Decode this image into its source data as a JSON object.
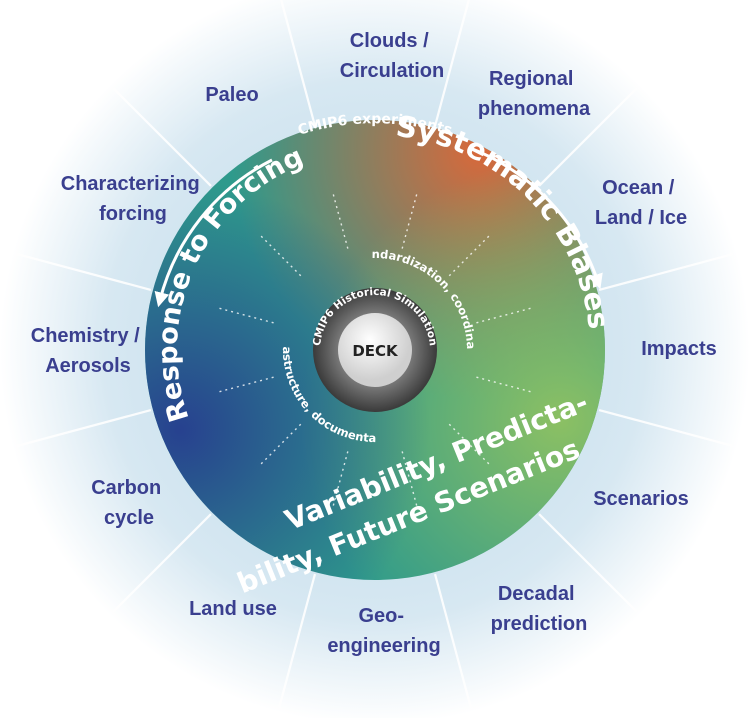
{
  "colors": {
    "outer_label": "#3a3f8f",
    "gradient_orange": "#d9683a",
    "gradient_green": "#8cc063",
    "gradient_teal": "#2e9a8c",
    "gradient_blue": "#27418f",
    "ring_dark": "#555555",
    "deck_fill": "#ececec"
  },
  "center": {
    "label": "DECK"
  },
  "inner_ring": {
    "top": "CMIP6 Historical Simulation"
  },
  "middle_ring": {
    "top_right": "Standardization, coordination",
    "bottom_left": "Infrastructure, documentation"
  },
  "outer_ring": {
    "top": "CMIP6 experiments"
  },
  "themes": {
    "systematic_biases": "Systematic Biases",
    "response_to_forcing": "Response to Forcing",
    "variability_line1": "Variability, Predicta-",
    "variability_line2": "bility, Future Scenarios"
  },
  "outer_labels": [
    {
      "id": "clouds",
      "lines": [
        "Clouds /",
        "Circulation"
      ]
    },
    {
      "id": "regional",
      "lines": [
        "Regional",
        "phenomena"
      ]
    },
    {
      "id": "ocean",
      "lines": [
        "Ocean /",
        "Land / Ice"
      ]
    },
    {
      "id": "impacts",
      "lines": [
        "Impacts"
      ]
    },
    {
      "id": "scenarios",
      "lines": [
        "Scenarios"
      ]
    },
    {
      "id": "decadal",
      "lines": [
        "Decadal",
        "prediction"
      ]
    },
    {
      "id": "geo",
      "lines": [
        "Geo-",
        "engineering"
      ]
    },
    {
      "id": "landuse",
      "lines": [
        "Land use"
      ]
    },
    {
      "id": "carbon",
      "lines": [
        "Carbon",
        "cycle"
      ]
    },
    {
      "id": "chemistry",
      "lines": [
        "Chemistry /",
        "Aerosols"
      ]
    },
    {
      "id": "forcing",
      "lines": [
        "Characterizing",
        "forcing"
      ]
    },
    {
      "id": "paleo",
      "lines": [
        "Paleo"
      ]
    }
  ]
}
